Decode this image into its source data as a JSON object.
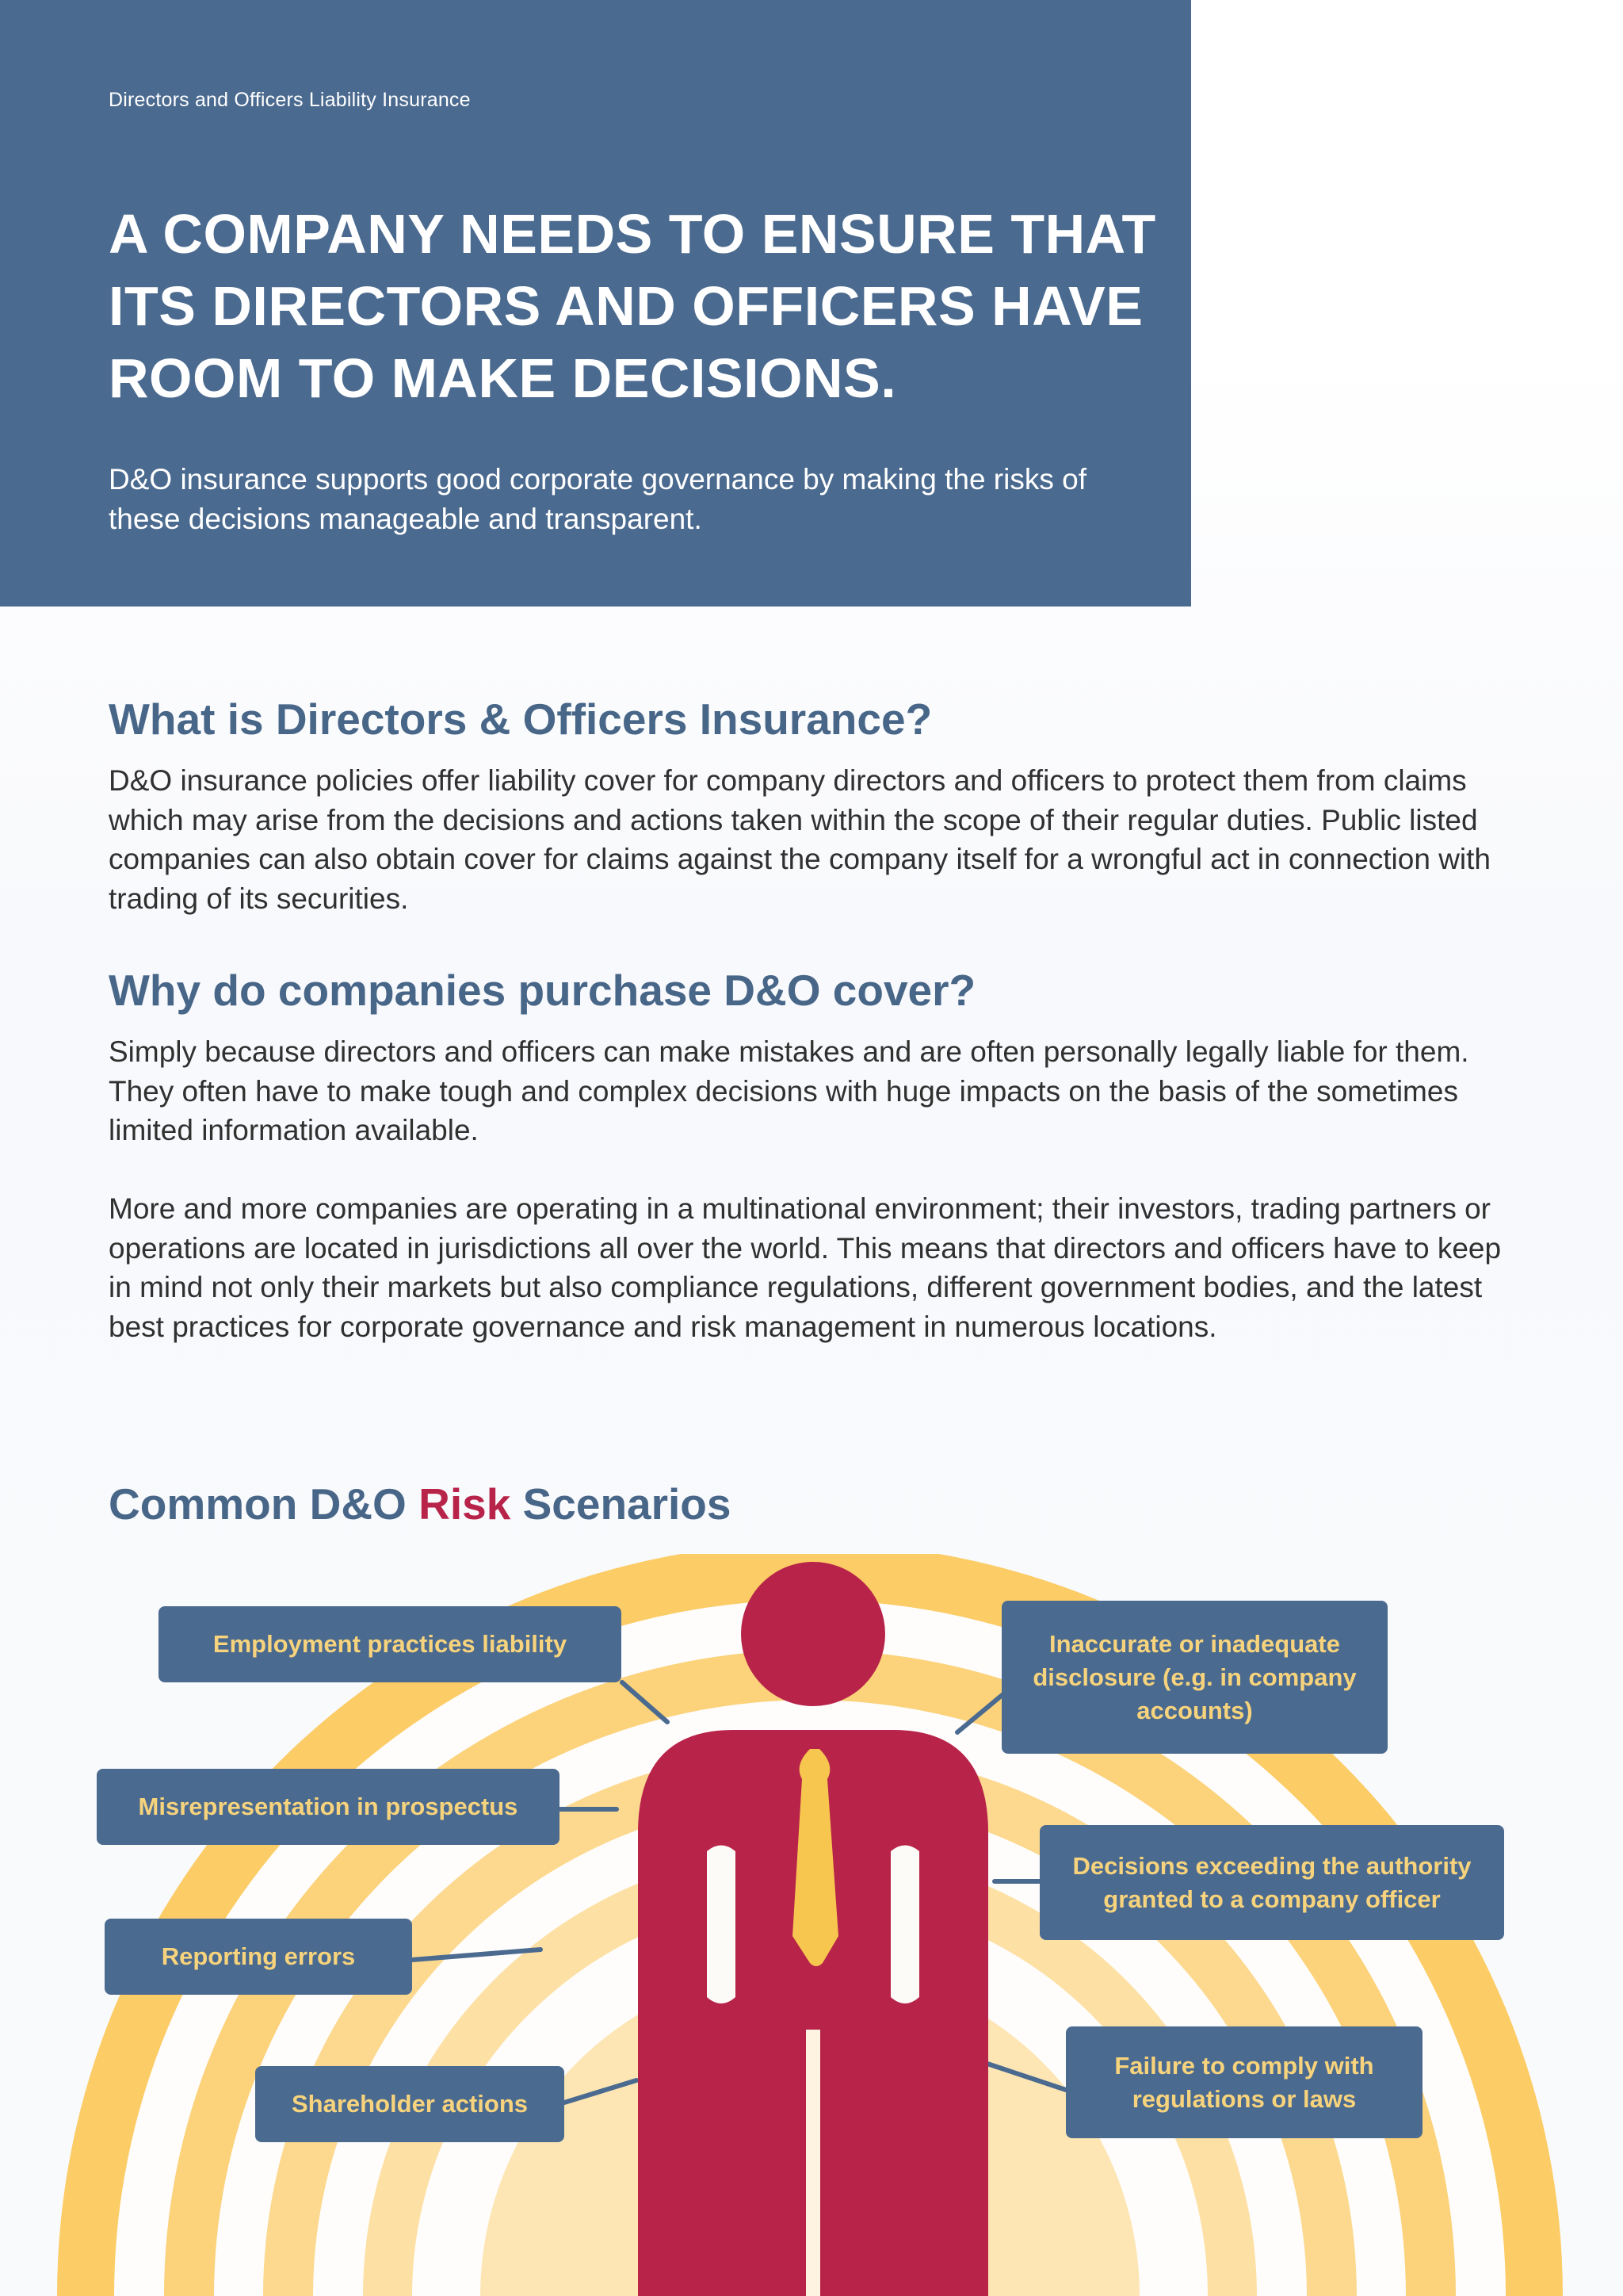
{
  "header": {
    "kicker": "Directors and Officers Liability Insurance",
    "title": "A COMPANY NEEDS TO ENSURE THAT ITS DIRECTORS AND OFFICERS HAVE ROOM TO MAKE DECISIONS.",
    "lede": "D&O insurance supports good corporate governance by making the risks of these decisions manageable and transparent."
  },
  "sections": [
    {
      "heading": "What is Directors & Officers Insurance?",
      "paragraphs": [
        "D&O insurance policies offer liability cover for company directors and officers to protect them from claims which may arise from the decisions and actions taken within the scope of their regular duties. Public listed companies can also obtain cover for claims against the company itself for a wrongful act in connection with trading of its securities."
      ]
    },
    {
      "heading": "Why do companies purchase D&O cover?",
      "paragraphs": [
        "Simply because directors and officers can make mistakes and are often personally legally liable for them. They often have to make tough and complex decisions with huge impacts on the basis of the sometimes limited information available.",
        "More and more companies are operating in a multinational environment; their investors, trading partners or operations are located in jurisdictions all over the world. This means that directors and officers have to keep in mind not only their markets but also compliance regulations, different government bodies, and the latest best practices for corporate governance and risk management in numerous locations."
      ]
    }
  ],
  "scenarios": {
    "heading_before": "Common D&O ",
    "heading_highlight": "Risk",
    "heading_after": " Scenarios",
    "left_items": [
      "Employment practices liability",
      "Misrepresentation in prospectus",
      "Reporting errors",
      "Shareholder actions"
    ],
    "right_items": [
      "Inaccurate or inadequate disclosure (e.g. in company accounts)",
      "Decisions exceeding the authority granted to a company officer",
      "Failure to comply with regulations or laws"
    ]
  },
  "colors": {
    "navy": "#4b6a8f",
    "heading_blue": "#486688",
    "crimson": "#b8234a",
    "gold": "#f9c95c",
    "gold_text": "#f6d37c",
    "pale_yellow": "#fde5b0"
  }
}
